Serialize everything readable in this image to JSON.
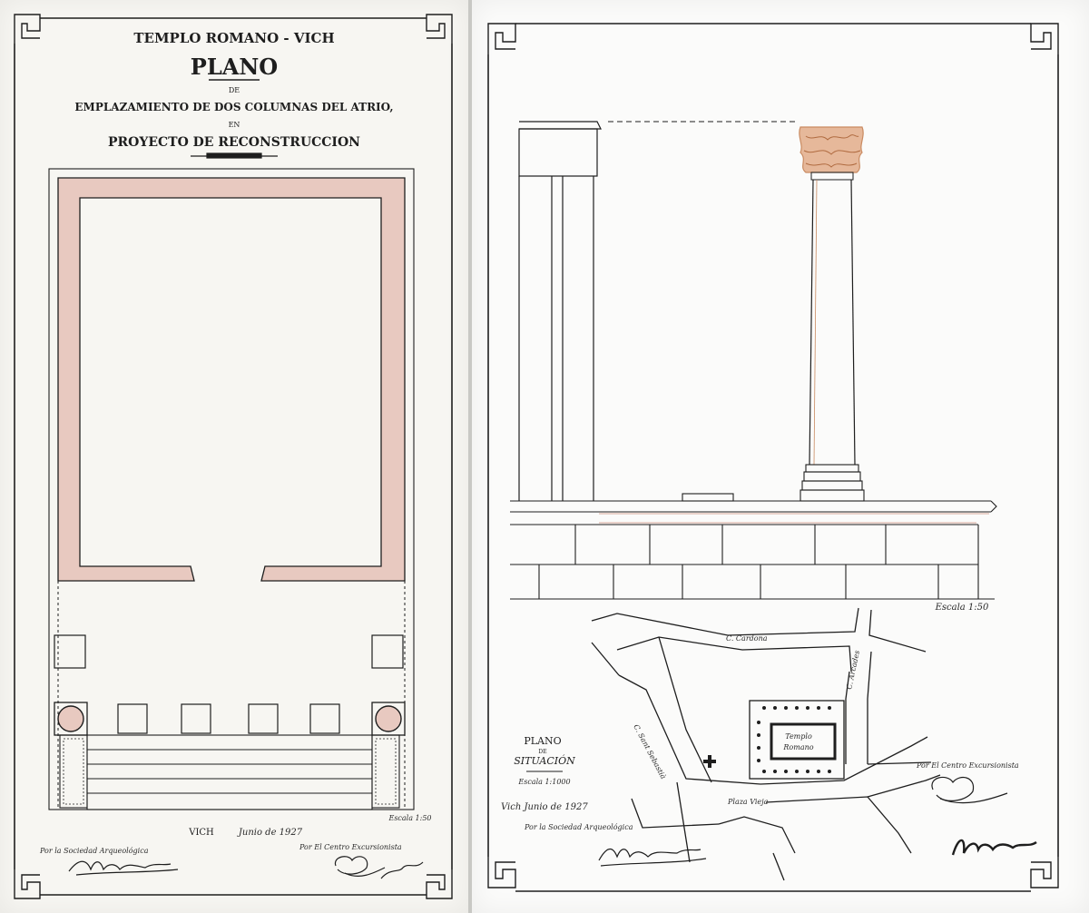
{
  "left_sheet": {
    "title_line1": "TEMPLO ROMANO - VICH",
    "title_plano": "PLANO",
    "title_de": "DE",
    "title_line3": "EMPLAZAMIENTO DE DOS COLUMNAS DEL ATRIO,",
    "title_en": "EN",
    "title_line5": "PROYECTO DE RECONSTRUCCION",
    "scale": "Escala 1:50",
    "place": "VICH",
    "date": "Junio de 1927",
    "credit_left": "Por la Sociedad Arqueológica",
    "credit_right": "Por El Centro Excursionista"
  },
  "right_sheet": {
    "scale_elevation": "Escala 1:50",
    "map_title": "PLANO",
    "map_de": "DE",
    "map_title2": "SITUACIÓN",
    "map_scale": "Escala 1:1000",
    "street_cardona": "C. Cardona",
    "street_left": "C. Sant Sebastià",
    "street_right": "C. Arcades",
    "plaza": "Plaza Vieja",
    "temple_label_1": "Templo",
    "temple_label_2": "Romano",
    "date": "Vich Junio de 1927",
    "credit_left": "Por la Sociedad Arqueológica",
    "credit_right": "Por El Centro Excursionista"
  },
  "colors": {
    "wall_fill": "#e8c9c0",
    "ink": "#1e1e1e",
    "capital": "#c98a60"
  },
  "icons": {
    "corner": "greek-key-corner-icon",
    "church": "cross-icon"
  }
}
